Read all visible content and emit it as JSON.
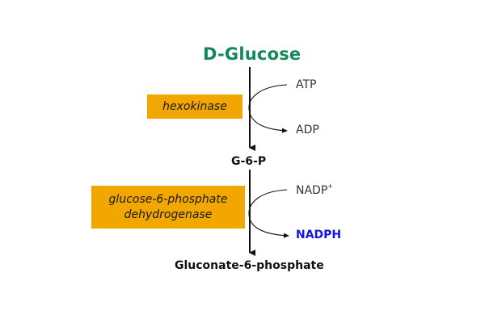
{
  "pathway": {
    "start": "D-Glucose",
    "intermediate": "G-6-P",
    "product": "Gluconate-6-phosphate"
  },
  "reactions": [
    {
      "enzyme": "hexokinase",
      "cofactor_in": "ATP",
      "cofactor_out": "ADP"
    },
    {
      "enzyme_line1": "glucose-6-phosphate",
      "enzyme_line2": "dehydrogenase",
      "cofactor_in": "NADP",
      "cofactor_in_charge": "+",
      "cofactor_out": "NADPH"
    }
  ],
  "colors": {
    "start_text": "#13895A",
    "enzyme_box": "#F2A600",
    "highlight_product": "#1515E0",
    "arrow": "#111111"
  }
}
